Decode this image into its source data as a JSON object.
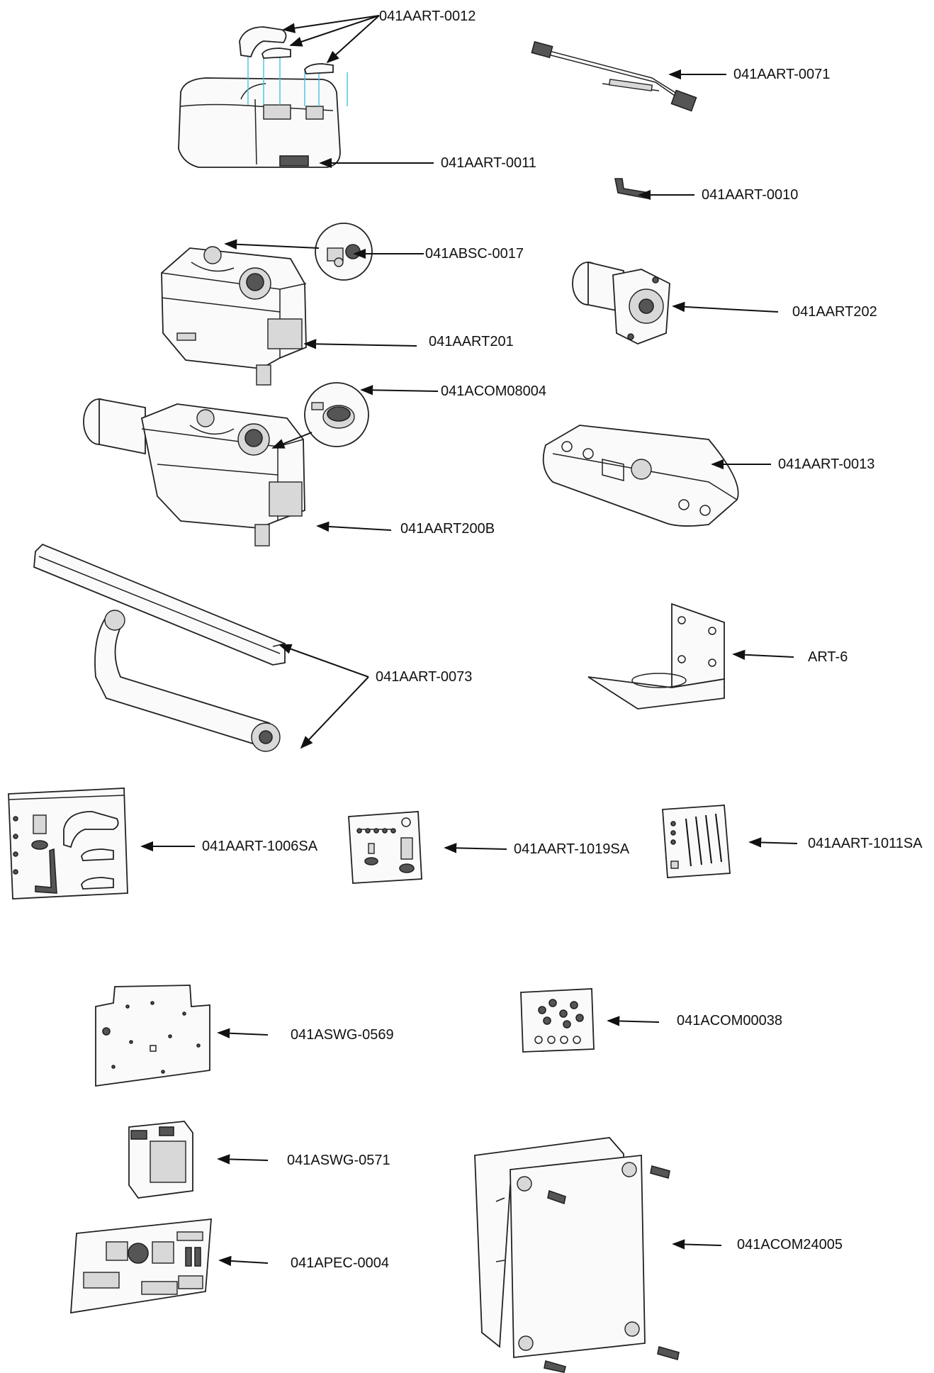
{
  "parts": [
    {
      "code": "041AART-0012"
    },
    {
      "code": "041AART-0071"
    },
    {
      "code": "041AART-0011"
    },
    {
      "code": "041AART-0010"
    },
    {
      "code": "041ABSC-0017"
    },
    {
      "code": "041AART202"
    },
    {
      "code": "041AART201"
    },
    {
      "code": "041ACOM08004"
    },
    {
      "code": "041AART-0013"
    },
    {
      "code": "041AART200B"
    },
    {
      "code": "ART-6"
    },
    {
      "code": "041AART-0073"
    },
    {
      "code": "041AART-1006SA"
    },
    {
      "code": "041AART-1019SA"
    },
    {
      "code": "041AART-1011SA"
    },
    {
      "code": "041ASWG-0569"
    },
    {
      "code": "041ACOM00038"
    },
    {
      "code": "041ASWG-0571"
    },
    {
      "code": "041ACOM24005"
    },
    {
      "code": "041APEC-0004"
    }
  ]
}
